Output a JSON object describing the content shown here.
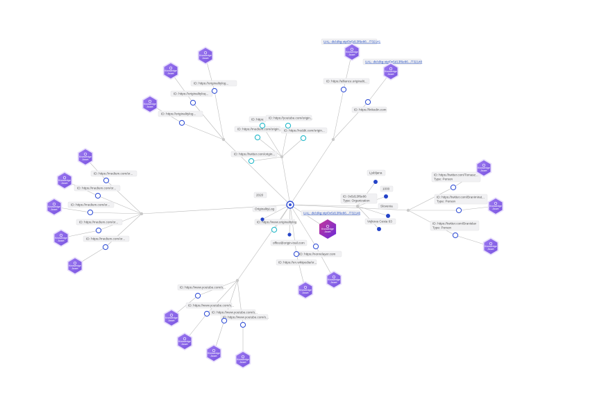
{
  "graph": {
    "center": {
      "label": "",
      "icon": "link-icon"
    },
    "hub_nodes": [
      "top-hub",
      "left-hub",
      "right-hub",
      "bottom-hub"
    ],
    "hex_label_line1": "Knowledge",
    "hex_label_line2": "Asset",
    "labels": {
      "top_a": "ID: https://originalitylog...",
      "top_b": "ID: https://originalityloq...",
      "top_c": "ID: https://originalitylog...",
      "top_mid_1": "ID: https://youtube.com/origin...",
      "top_mid_2": "ID: https:",
      "top_mid_3": "ID: https://medium.com/origin...",
      "top_mid_4": "ID: https://reddit.com/origin...",
      "top_mid_5": "ID: https://twitter.com/origin...",
      "ual_1": "UAL: did:dkg:otp/0x5d13f6e86.../732141",
      "ual_2": "UAL: did:dkg:otp/0x5d13f6e86.../732140",
      "top_right_1": "ID: https://alliance.originalit...",
      "top_right_2": "ID: https://linkedin.com",
      "left_1": "ID: https://medium.com/or...",
      "left_2": "ID: https://medium.com/or...",
      "left_3": "ID: https://medium.com/or...",
      "left_4": "ID: https://medium.com/or...",
      "left_5": "ID: https://medium.com/or...",
      "right_person_1a": "ID: https://twitter.com/Tomasz...",
      "right_person_1b": "Type: Person",
      "right_person_2a": "ID: https://twitter.com/Branimirat...",
      "right_person_2b": "Type: Person",
      "right_person_3a": "ID: https://twitter.com/Branislav",
      "right_person_3b": "Type: Person",
      "org_id": "ID: 0x5d13f6e86",
      "org_type": "Type: Organization",
      "org_a": "Ljubljana",
      "org_b": "1000",
      "org_c": "Slovenia",
      "org_d": "Vojkova Cesta 63",
      "ual_center": "UAL: did:dkg:otp/0x5d13f6e86.../732140",
      "near_center_1": "2020",
      "near_center_2": "OriginalityLog",
      "near_center_3": "ID: https://www.originalitylog",
      "near_center_4": "office@origin-trail.com",
      "near_center_5": "ID: https://nonrelayer.com",
      "near_center_6": "ID: https://en.wikipedia/or...",
      "bottom_1": "ID: https://www.youtube.com/o...",
      "bottom_2": "ID: https://www.youtube.com/o...",
      "bottom_3": "ID: https://www.youtube.com/o...",
      "bottom_4": "ID: https://www.youtube.com/o..."
    }
  }
}
